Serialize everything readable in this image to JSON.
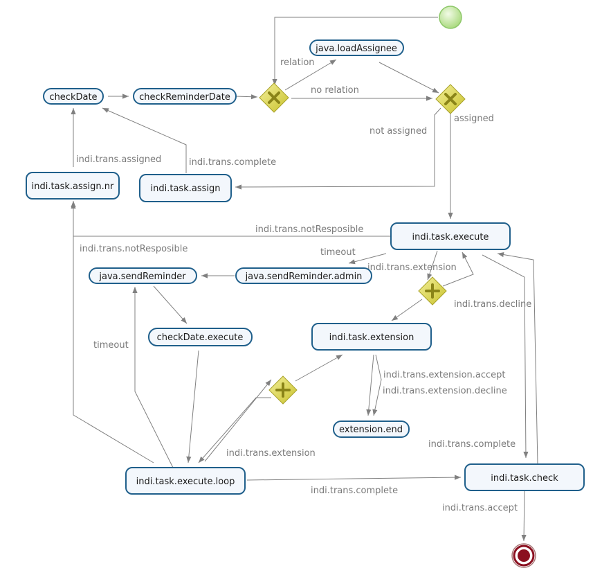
{
  "nodes": {
    "check_date": "checkDate",
    "check_reminder_date": "checkReminderDate",
    "load_assignee": "java.loadAssignee",
    "assign_nr": "indi.task.assign.nr",
    "assign": "indi.task.assign",
    "execute": "indi.task.execute",
    "send_reminder": "java.sendReminder",
    "send_reminder_admin": "java.sendReminder.admin",
    "check_date_execute": "checkDate.execute",
    "extension": "indi.task.extension",
    "extension_end": "extension.end",
    "execute_loop": "indi.task.execute.loop",
    "check": "indi.task.check"
  },
  "edges": {
    "relation": "relation",
    "no_relation": "no relation",
    "assigned": "assigned",
    "not_assigned": "not assigned",
    "trans_assigned": "indi.trans.assigned",
    "trans_complete_1": "indi.trans.complete",
    "not_responsible_1": "indi.trans.notResposible",
    "not_responsible_2": "indi.trans.notResposible",
    "timeout_1": "timeout",
    "trans_extension_1": "indi.trans.extension",
    "trans_decline": "indi.trans.decline",
    "timeout_2": "timeout",
    "extension_accept": "indi.trans.extension.accept",
    "extension_decline": "indi.trans.extension.decline",
    "trans_extension_2": "indi.trans.extension",
    "trans_complete_2": "indi.trans.complete",
    "trans_complete_3": "indi.trans.complete",
    "trans_accept": "indi.trans.accept"
  },
  "colors": {
    "node_border": "#1f5f8b",
    "node_fill": "#f3f7fc",
    "edge": "#808080",
    "gateway_fill": "#d8d23c",
    "start_fill": "#b8e08a",
    "end_fill": "#8b1020"
  }
}
